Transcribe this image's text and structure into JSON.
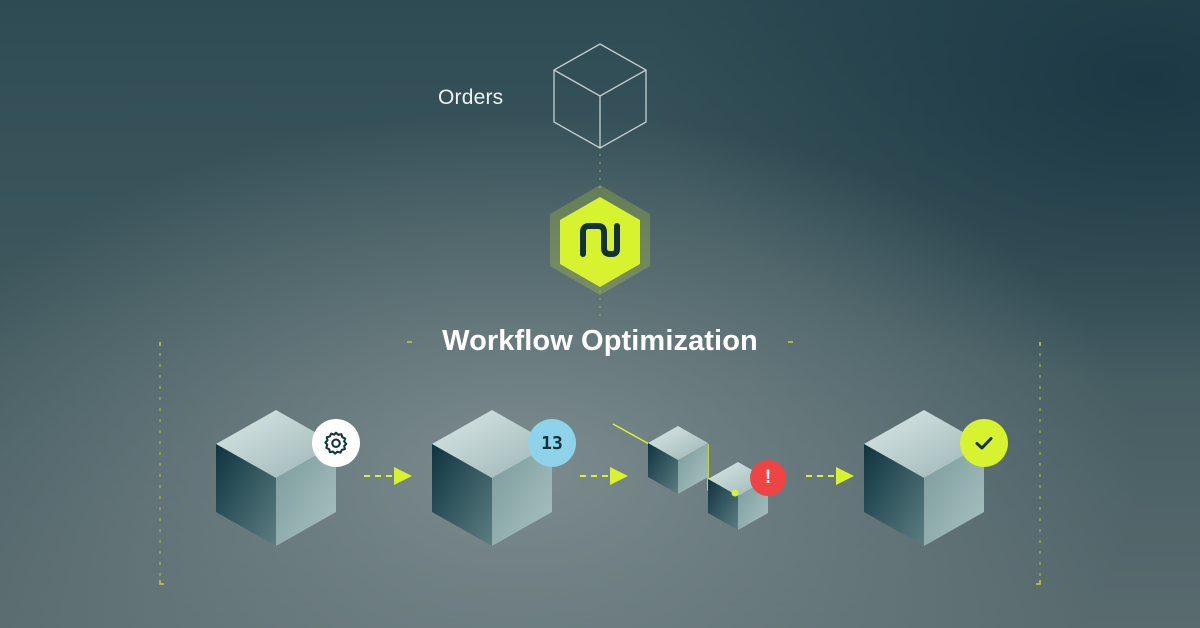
{
  "source": {
    "label": "Orders",
    "icon": "outline-cube-icon"
  },
  "logo": {
    "icon": "brand-logo-icon",
    "color": "#d7f22e"
  },
  "title": "Workflow Optimization",
  "accent_color": "#d7f22e",
  "steps": [
    {
      "badge_type": "settings",
      "icon": "gear-icon",
      "badge_color": "#ffffff"
    },
    {
      "badge_type": "count",
      "badge_text": "13",
      "badge_color": "#8fd3ea"
    },
    {
      "badge_type": "alert",
      "badge_text": "!",
      "icon": "split-cubes-icon",
      "badge_color": "#ef4444"
    },
    {
      "badge_type": "complete",
      "icon": "check-icon",
      "badge_color": "#d7f22e"
    }
  ]
}
